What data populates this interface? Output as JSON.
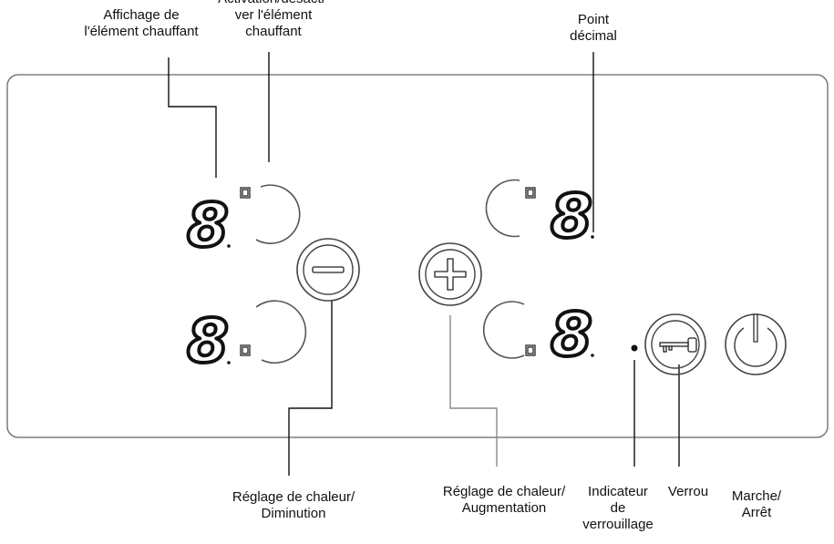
{
  "labels": {
    "heating_element_display": [
      "Affichage de",
      "l'élément chauffant"
    ],
    "activate_heating_element": [
      "Activation/désacti-",
      "ver l'élément",
      "chauffant"
    ],
    "decimal_point": [
      "Point",
      "décimal"
    ],
    "heat_setting_decrease": [
      "Réglage de chaleur/",
      "Diminution"
    ],
    "heat_setting_increase": [
      "Réglage de chaleur/",
      "Augmentation"
    ],
    "lock_indicator": [
      "Indicateur",
      "de",
      "verrouillage"
    ],
    "lock": [
      "Verrou"
    ],
    "on_off": [
      "Marche/",
      "Arrêt"
    ]
  },
  "digits": {
    "top_left": "8",
    "bottom_left": "8",
    "top_right": "8",
    "bottom_right": "8"
  },
  "icons": {
    "minus": "minus-icon",
    "plus": "plus-icon",
    "key": "key-icon",
    "power": "power-icon"
  },
  "colors": {
    "stroke": "#111111",
    "ring": "#555555",
    "panel_border": "#666666"
  }
}
